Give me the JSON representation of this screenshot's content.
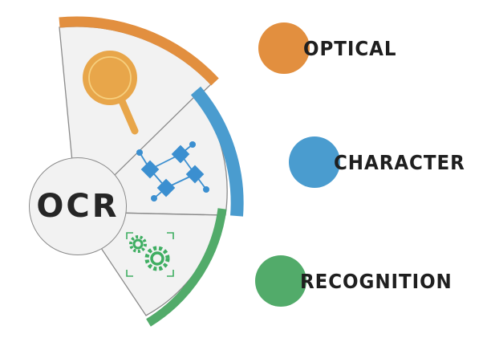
{
  "diagram": {
    "acronym": "OCR",
    "terms": [
      {
        "label": "OPTICAL",
        "color": "#e28f3f",
        "icon": "magnifier-icon"
      },
      {
        "label": "CHARACTER",
        "color": "#4a9ccf",
        "icon": "network-icon"
      },
      {
        "label": "RECOGNITION",
        "color": "#52ab6a",
        "icon": "gears-icon"
      }
    ],
    "colors": {
      "panel": "#f2f2f2",
      "outline": "#8a8a8a",
      "text": "#1f1f1f"
    }
  }
}
